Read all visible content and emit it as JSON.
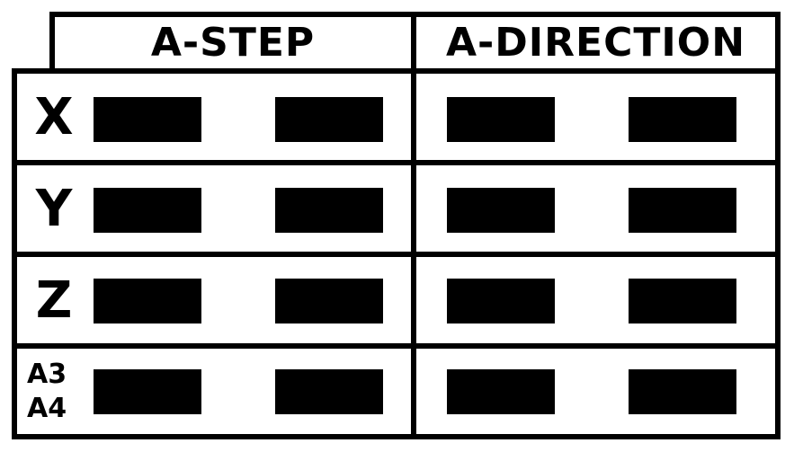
{
  "headers": {
    "step": "A-STEP",
    "direction": "A-DIRECTION"
  },
  "rows": [
    {
      "label": "X"
    },
    {
      "label": "Y"
    },
    {
      "label": "Z"
    },
    {
      "label_line1": "A3",
      "label_line2": "A4"
    }
  ],
  "colors": {
    "ink": "#000000",
    "background": "#ffffff"
  }
}
